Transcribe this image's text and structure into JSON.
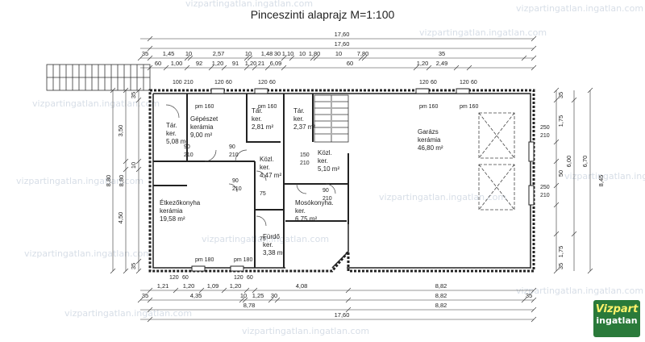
{
  "title": "Pinceszinti alaprajz  M=1:100",
  "watermark": "vizpartingatlan.ingatlan.com",
  "logo": {
    "line1": "Vizpart",
    "line2": "ingatlan",
    "color": "#2a7a3a"
  },
  "rooms": [
    {
      "id": "tar1",
      "lines": [
        "Tár.",
        "ker.",
        "5,08 m²"
      ]
    },
    {
      "id": "gepeszet",
      "lines": [
        "Gépészet",
        "kerámia",
        "9,00 m²"
      ]
    },
    {
      "id": "tar2",
      "lines": [
        "Tár.",
        "ker.",
        "2,81 m²"
      ]
    },
    {
      "id": "tar3",
      "lines": [
        "Tár.",
        "ker.",
        "2,37 m²"
      ]
    },
    {
      "id": "garazs",
      "lines": [
        "Garázs",
        "kerámia",
        "46,80 m²"
      ]
    },
    {
      "id": "kozl1",
      "lines": [
        "Közl.",
        "ker.",
        "4,47 m²"
      ]
    },
    {
      "id": "kozl2",
      "lines": [
        "Közl.",
        "ker.",
        "5,10 m²"
      ]
    },
    {
      "id": "etkezo",
      "lines": [
        "Étkezőkonyha",
        "kerámia",
        "19,58 m²"
      ]
    },
    {
      "id": "moso",
      "lines": [
        "Mosókonyha.",
        "ker.",
        "6,75 m²"
      ]
    },
    {
      "id": "furdo",
      "lines": [
        "Fürdő",
        "ker.",
        "3,38 m²"
      ]
    }
  ],
  "dims_top_total": [
    "17,60",
    "17,60"
  ],
  "dims_top_row3": [
    "35",
    "1,45",
    "10",
    "2,57",
    "10",
    "1,48",
    "30",
    "1,10",
    "10",
    "1,80",
    "10",
    "7,80",
    "35"
  ],
  "dims_top_row4": [
    "60",
    "1,00",
    "92",
    "1,20",
    "91",
    "1,20",
    "21",
    "6,09",
    "60",
    "1,20",
    "2,49"
  ],
  "dims_bottom_row1": [
    "1,21",
    "1,20",
    "1,09",
    "1,20",
    "4,08",
    "8,82"
  ],
  "dims_bottom_row2": [
    "35",
    "4,35",
    "10",
    "1,25",
    "30",
    "8,82",
    "35"
  ],
  "dims_bottom_total": [
    "8,78",
    "8,82",
    "17,60"
  ],
  "dims_left": [
    "3,50",
    "10",
    "4,50",
    "8,80",
    "8,80",
    "35",
    "35"
  ],
  "dims_right": [
    "35",
    "1,75",
    "50",
    "6,00",
    "6,70",
    "8,45",
    "1,75",
    "35"
  ],
  "openings": [
    "100",
    "210",
    "120",
    "60",
    "pm 160",
    "pm 180",
    "90",
    "210",
    "150",
    "250",
    "75"
  ]
}
